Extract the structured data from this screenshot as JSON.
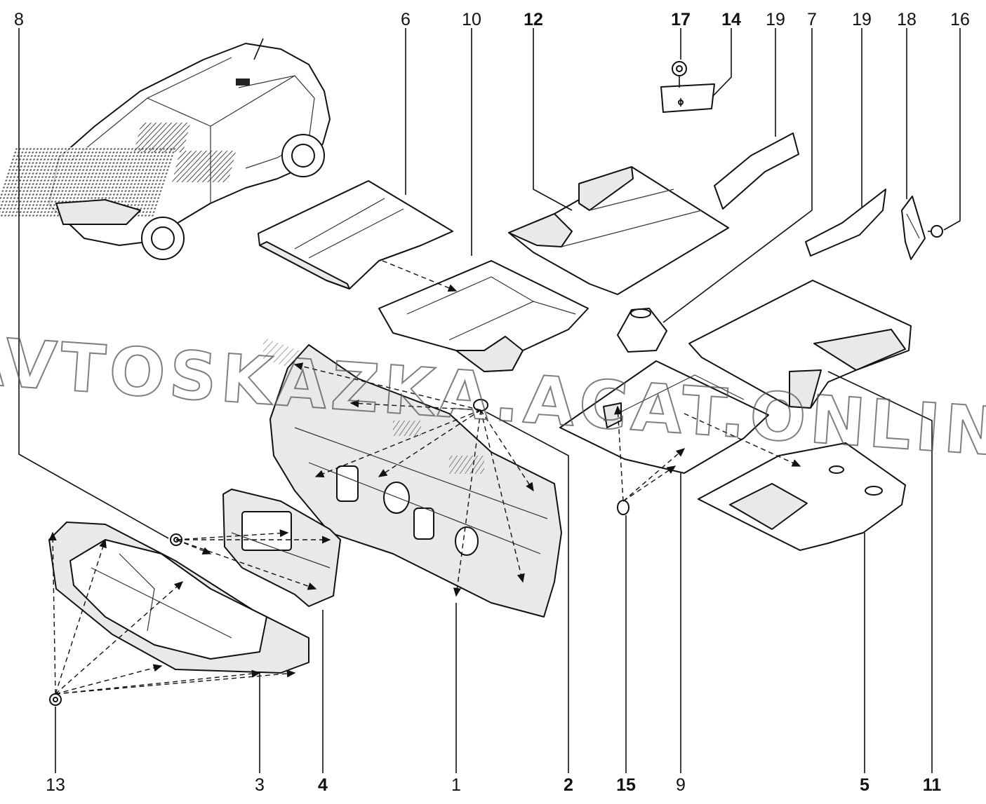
{
  "watermark": "AVTOSKAZKA.ACAT.ONLINE",
  "callouts": {
    "c1": "1",
    "c2": "2",
    "c3": "3",
    "c4": "4",
    "c5": "5",
    "c6": "6",
    "c7": "7",
    "c8": "8",
    "c9": "9",
    "c10": "10",
    "c11": "11",
    "c12": "12",
    "c13": "13",
    "c14": "14",
    "c15": "15",
    "c16": "16",
    "c17": "17",
    "c18": "18",
    "c19a": "19",
    "c19b": "19"
  }
}
